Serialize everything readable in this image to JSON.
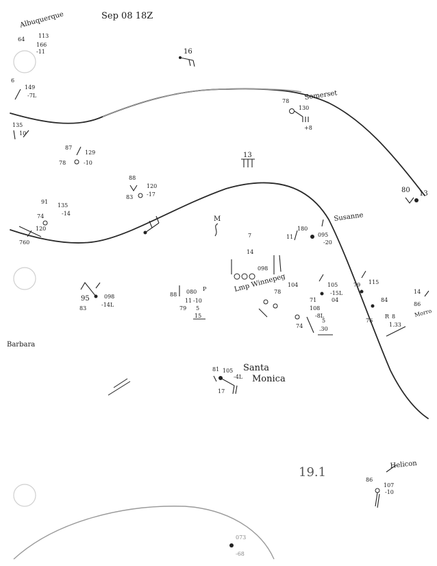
{
  "header": {
    "date_stamp": "Sep 08 18Z"
  },
  "places": {
    "albuquerque": "Albuquerque",
    "somerset": "Somerset",
    "susanne": "Susanne",
    "lmp_winnepeg": "Lmp Winnepeg",
    "santa_monica_1": "Santa",
    "santa_monica_2": "Monica",
    "helicon": "Helicon",
    "santa_barbara_frag": "Barbara",
    "morro_frag": "Morro"
  },
  "stations": {
    "s1": {
      "t": "64",
      "p": "113",
      "sub": "166",
      "dp": "-11"
    },
    "s2": {
      "v1": "149",
      "v2": "-7L",
      "left": "6"
    },
    "s3": {
      "t": "135",
      "n": "10"
    },
    "s4": {
      "t": "78",
      "p": "130",
      "sub": "+8"
    },
    "s5": {
      "t": "87",
      "p": "129",
      "dp": "78",
      "tend": "-10"
    },
    "s6": {
      "t": "88",
      "p": "120",
      "dp": "83",
      "tend": "-17"
    },
    "s7": {
      "t": "91",
      "p": "135",
      "tend": "-14",
      "dp": "74",
      "b": "120",
      "c": "760"
    },
    "s8": {
      "t": "11",
      "p": "180",
      "v": "095",
      "tend": "-20"
    },
    "s9": {
      "t": "95",
      "p": "098",
      "dp": "83",
      "tend": "-14L"
    },
    "s10": {
      "t": "88",
      "p": "080",
      "w": "P",
      "a": "11",
      "tend": "-10",
      "dp": "79",
      "b": "5",
      "c": "15"
    },
    "s11": {
      "p": "098",
      "t": "14"
    },
    "s12": {
      "t": "105",
      "tend": "-15L",
      "dp": "71",
      "v": "04",
      "p": "104",
      "w": "78"
    },
    "s13": {
      "t": "108",
      "tend": "-8L",
      "dp": "74",
      "b": "5",
      "c": ".30"
    },
    "s14": {
      "t": "115",
      "p": "84",
      "dp": "76",
      "tend": "R",
      "b": "8",
      "c": "1.33",
      "d": "79"
    },
    "s15": {
      "t": "80",
      "p": "13"
    },
    "s16": {
      "t": "14",
      "dp": "86"
    },
    "s17": {
      "t": "81",
      "p": "105",
      "tend": "-4L",
      "dp": "17"
    },
    "s18": {
      "t": "86",
      "p": "107",
      "tend": "-10"
    },
    "s19": {
      "v": "16"
    },
    "s20": {
      "v": "13"
    }
  },
  "labels": {
    "big": "19.1",
    "lone_7": "7",
    "lone_M": "M",
    "bottom_a": "073",
    "bottom_b": "-68"
  }
}
